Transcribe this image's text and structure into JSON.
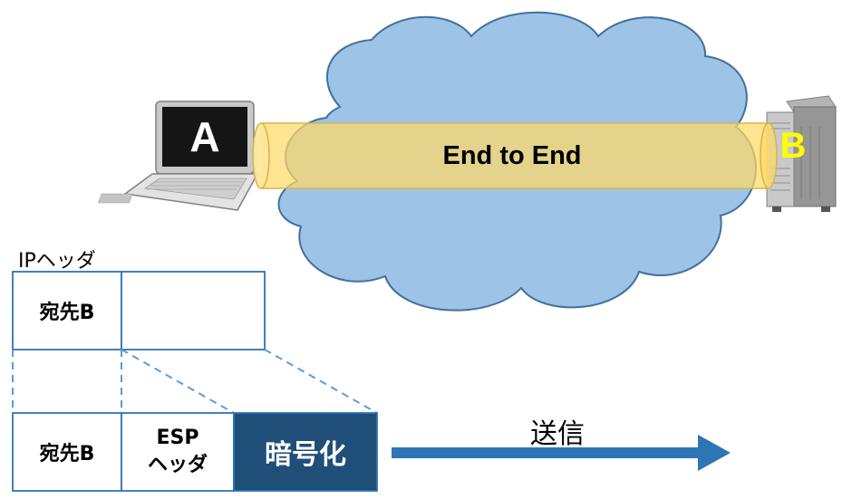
{
  "network": {
    "node_a_label": "A",
    "node_b_label": "B",
    "tunnel_label": "End to End"
  },
  "original_packet": {
    "caption": "IPヘッダ",
    "dest_cell": "宛先B",
    "payload_cell": ""
  },
  "ipsec_packet": {
    "dest_cell": "宛先B",
    "esp_cell_line1": "ESP",
    "esp_cell_line2": "ヘッダ",
    "encrypted_cell": "暗号化"
  },
  "send": {
    "label": "送信"
  },
  "colors": {
    "cloud_fill": "#9dc3e6",
    "cloud_stroke": "#41719c",
    "tunnel_fill": "#ffd966",
    "encrypted_fill": "#1f4e79",
    "box_stroke": "#2e75b6",
    "arrow": "#2e75b6",
    "server_label": "#ffff00"
  }
}
